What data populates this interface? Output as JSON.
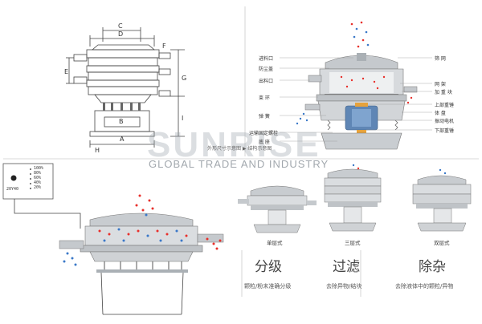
{
  "drawing_dims": {
    "C": "C",
    "D": "D",
    "F": "F",
    "E": "E",
    "B": "B",
    "A": "A",
    "H": "H",
    "I": "I",
    "G": "G"
  },
  "parts_left": [
    "进料口",
    "防尘盖",
    "出料口",
    "束 环",
    "弹 簧",
    "运输固定螺栓",
    "底 座"
  ],
  "parts_right": [
    "筛 网",
    "网 架",
    "加 重 块",
    "上部重锤",
    "体 盘",
    "振动电机",
    "下部重锤"
  ],
  "cutaway_caption": "外形尺寸示意图 ▶ 结构示意图",
  "watermark": {
    "brand": "SUNRISE",
    "tagline": "GLOBAL TRADE AND INDUSTRY"
  },
  "panel_levels": [
    "100%",
    "80%",
    "60%",
    "40%",
    "20%"
  ],
  "panel_label": "20Y40",
  "types": [
    {
      "name": "单层式",
      "function": "分级",
      "desc": "颗粒/粉末准确分级"
    },
    {
      "name": "三层式",
      "function": "过滤",
      "desc": "去除异物/结块"
    },
    {
      "name": "双层式",
      "function": "除杂",
      "desc": "去除液体中的颗粒/异物"
    }
  ],
  "colors": {
    "line": "#555555",
    "steel": "#b8bcc0",
    "dark": "#6b7075",
    "red": "#e8302b",
    "blue": "#3a78c8",
    "gold": "#e6a23c"
  }
}
